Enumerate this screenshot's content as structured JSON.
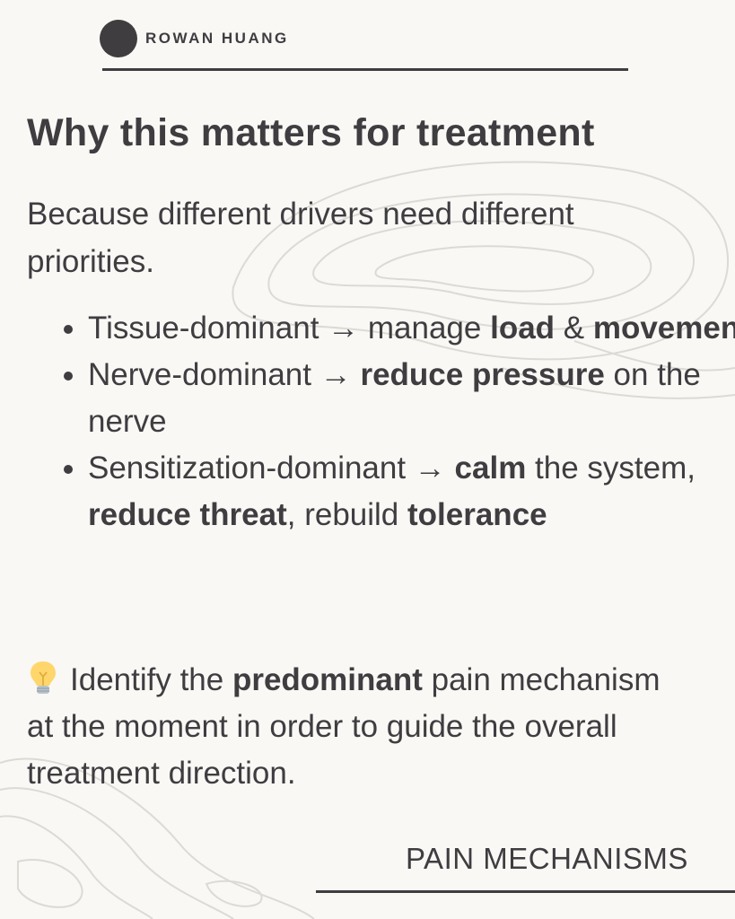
{
  "header": {
    "author": "ROWAN HUANG"
  },
  "title": "Why this matters for treatment",
  "intro": "Because different drivers need different priorities.",
  "bullets": [
    [
      {
        "t": "Tissue-dominant → manage "
      },
      {
        "t": "load",
        "b": true
      },
      {
        "t": " & "
      },
      {
        "t": "movement",
        "b": true
      }
    ],
    [
      {
        "t": "Nerve-dominant → "
      },
      {
        "t": "reduce pressure",
        "b": true
      },
      {
        "t": " on the nerve"
      }
    ],
    [
      {
        "t": "Sensitization-dominant → "
      },
      {
        "t": "calm",
        "b": true
      },
      {
        "t": " the system, "
      },
      {
        "t": "reduce threat",
        "b": true
      },
      {
        "t": ", rebuild "
      },
      {
        "t": "tolerance",
        "b": true
      }
    ]
  ],
  "outro": {
    "icon": "lightbulb-icon",
    "segments": [
      {
        "t": "Identify the "
      },
      {
        "t": "predominant",
        "b": true
      },
      {
        "t": " pain mechanism at the moment in order to guide the overall treatment direction."
      }
    ]
  },
  "footer": {
    "label": "PAIN MECHANISMS"
  },
  "colors": {
    "text": "#3f3d40",
    "background": "#f9f8f5"
  }
}
